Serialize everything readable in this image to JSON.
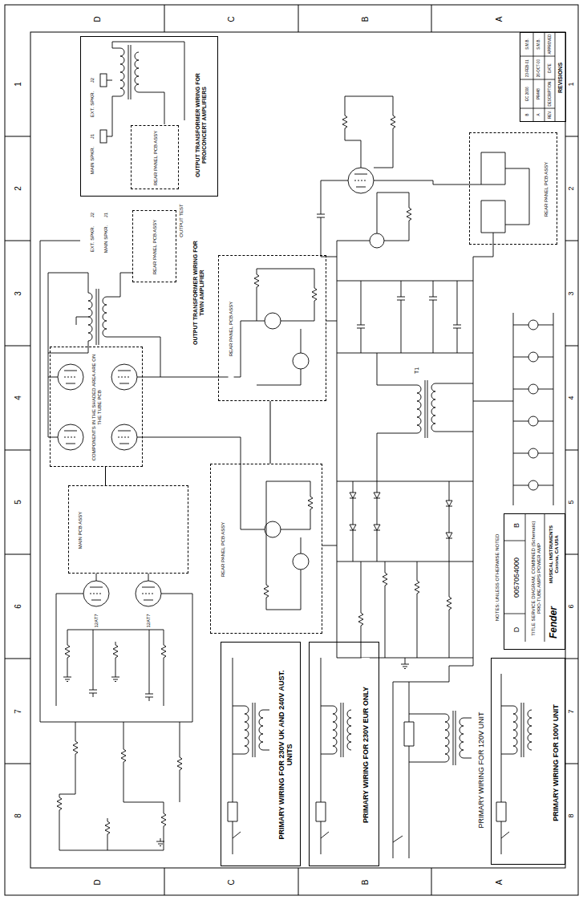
{
  "diagram": {
    "nodes": [
      {
        "text": [
          "REVISIONS"
        ]
      },
      {
        "text": [
          "Fender",
          "MUSICAL INSTRUMENTS Corona, CA USA",
          "TITLE SERVICE DIAGRAM, COMBINED (Schematic) PRO-TUBE AMPS POWER AMP"
        ]
      },
      {
        "text": [
          "OUTPUT TRANSFORMER WIRING FOR PRO/CONCERT AMPLIFIERS"
        ]
      },
      {
        "text": [
          "REAR PANEL PCB ASSY"
        ],
        "in": 2
      },
      {
        "text": [
          "REAR PANEL PCB ASSY"
        ]
      },
      {
        "text": [
          "COMPONENTS IN THE SHADED AREA ARE ON THE TUBE PCB"
        ]
      },
      {
        "text": [
          "REAR PANEL PCB ASSY"
        ]
      },
      {
        "text": [
          "REAR PANEL PCB ASSY"
        ]
      },
      {
        "text": [
          "MAIN PCB ASSY"
        ]
      },
      {
        "text": [
          "PRIMARY WIRING FOR 230V UK AND 240V AUST. UNITS"
        ]
      },
      {
        "text": [
          "PRIMARY WIRING FOR 230V EUR ONLY"
        ]
      },
      {
        "text": [
          "PRIMARY WIRING FOR 100V UNIT"
        ]
      },
      {
        "text": [
          "REAR PANEL PCB ASSY"
        ]
      }
    ],
    "edges": [
      {
        "from": 5,
        "to": 8,
        "arrow": "none"
      },
      {
        "from": 6,
        "to": 7,
        "arrow": "none"
      }
    ],
    "labels": [
      "D",
      "C",
      "B",
      "A",
      "D",
      "C",
      "B",
      "A",
      "1",
      "2",
      "3",
      "4",
      "5",
      "6",
      "7",
      "8",
      "1",
      "2",
      "3",
      "4",
      "5",
      "6",
      "7",
      "8",
      "REV.",
      "DESCRIPTION",
      "DATE",
      "APPROVED",
      "A",
      "PR448",
      "26-OCT-00",
      "S.M.B.",
      "B",
      "EC 2606",
      "23-FEB-01",
      "S.M.B.",
      "D",
      "0057054000",
      "B",
      "NOTES: UNLESS OTHERWISE NOTED",
      "OUTPUT TRANSFORMER WIRING FOR TWIN AMPLIFIER",
      "OUTPUT TEST",
      "J2",
      "EXT. SPKR.",
      "J1",
      "MAIN SPKR.",
      "J2",
      "EXT. SPKR.",
      "J1",
      "MAIN SPKR.",
      "PRIMARY WIRING FOR 120V UNIT",
      "12AT7",
      "12AT7",
      "T1"
    ]
  }
}
